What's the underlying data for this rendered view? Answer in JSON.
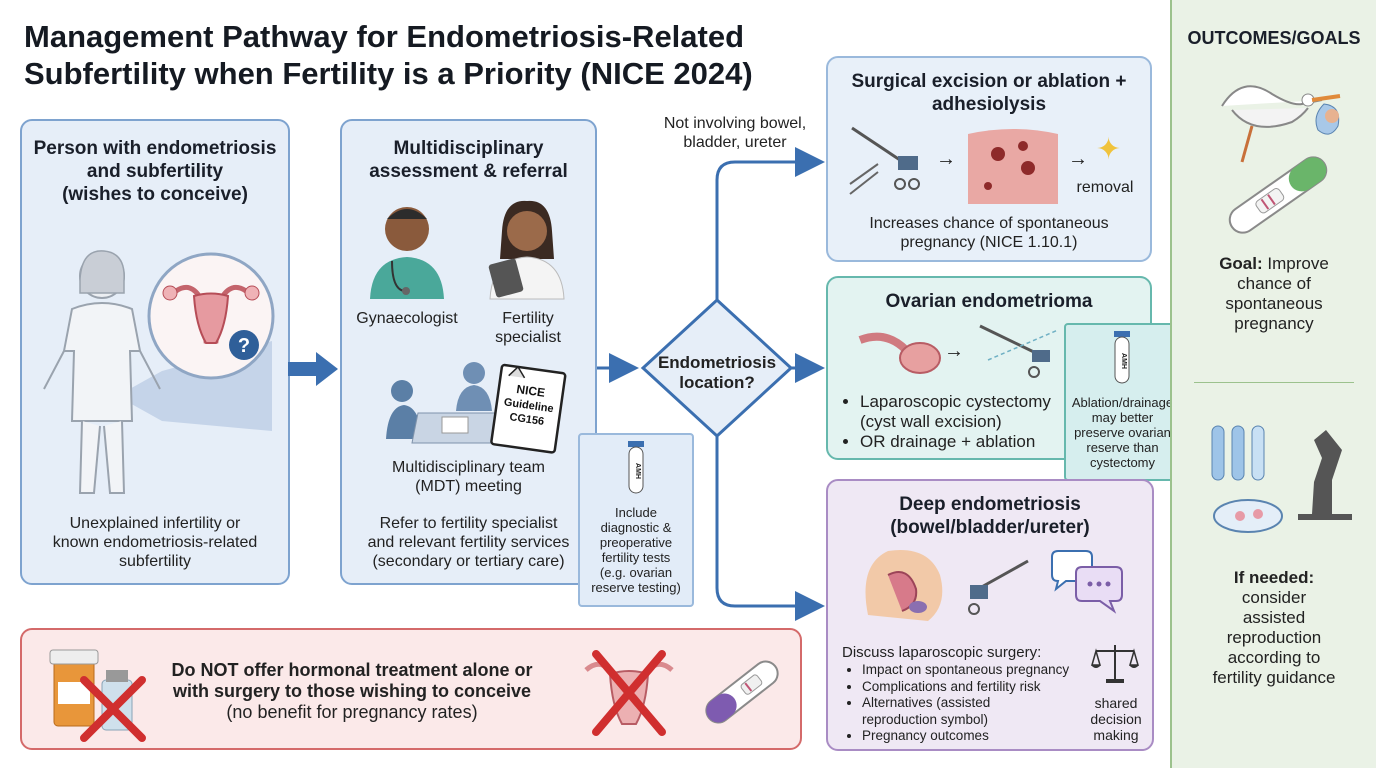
{
  "title": {
    "line1": "Management Pathway for Endometriosis-Related",
    "line2": "Subfertility when Fertility is a Priority (NICE 2024)"
  },
  "person_box": {
    "heading_line1": "Person with endometriosis",
    "heading_line2": "and subfertility",
    "heading_line3": "(wishes to conceive)",
    "desc_line1": "Unexplained infertility or",
    "desc_line2": "known endometriosis-related",
    "desc_line3": "subfertility"
  },
  "mdt_box": {
    "heading_line1": "Multidisciplinary",
    "heading_line2": "assessment & referral",
    "gynaecologist": "Gynaecologist",
    "fertility_line1": "Fertility",
    "fertility_line2": "specialist",
    "doc_line1": "NICE",
    "doc_line2": "Guideline",
    "doc_line3": "CG156",
    "meeting_line1": "Multidisciplinary team",
    "meeting_line2": "(MDT) meeting",
    "refer_line1": "Refer to fertility specialist",
    "refer_line2": "and relevant fertility services",
    "refer_line3": "(secondary or tertiary care)"
  },
  "tests_note": {
    "tube_label": "AMH",
    "line1": "Include",
    "line2": "diagnostic &",
    "line3": "preoperative",
    "line4": "fertility tests",
    "line5": "(e.g. ovarian",
    "line6": "reserve testing)"
  },
  "decision": {
    "line1": "Endometriosis",
    "line2": "location?",
    "branch_label_line1": "Not involving bowel,",
    "branch_label_line2": "bladder, ureter"
  },
  "surgical_box": {
    "heading_line1": "Surgical excision or ablation +",
    "heading_line2": "adhesiolysis",
    "removal": "removal",
    "desc_line1": "Increases chance of spontaneous",
    "desc_line2": "pregnancy (NICE 1.10.1)"
  },
  "ovarian_box": {
    "heading": "Ovarian endometrioma",
    "bullet1_line1": "Laparoscopic cystectomy",
    "bullet1_line2": "(cyst wall excision)",
    "bullet2": "OR drainage + ablation",
    "note_tube_label": "AMH",
    "note_line1": "Ablation/drainage",
    "note_line2": "may better",
    "note_line3": "preserve ovarian",
    "note_line4": "reserve than",
    "note_line5": "cystectomy"
  },
  "deep_box": {
    "heading_line1": "Deep endometriosis",
    "heading_line2": "(bowel/bladder/ureter)",
    "discuss": "Discuss laparoscopic surgery:",
    "bullet1": "Impact on spontaneous pregnancy",
    "bullet2": "Complications and fertility risk",
    "bullet3_line1": "Alternatives (assisted",
    "bullet3_line2": "reproduction symbol)",
    "bullet4": "Pregnancy outcomes",
    "shared_line1": "shared",
    "shared_line2": "decision",
    "shared_line3": "making"
  },
  "warning_box": {
    "line1": "Do NOT offer hormonal treatment alone or",
    "line2": "with surgery to those wishing to conceive",
    "line3": "(no benefit for pregnancy rates)"
  },
  "outcomes": {
    "heading": "OUTCOMES/GOALS",
    "goal_bold": "Goal:",
    "goal_line1": " Improve",
    "goal_line2": "chance of",
    "goal_line3": "spontaneous",
    "goal_line4": "pregnancy",
    "needed_bold": "If needed:",
    "needed_line1": "consider",
    "needed_line2": "assisted",
    "needed_line3": "reproduction",
    "needed_line4": "according to",
    "needed_line5": "fertility guidance"
  },
  "colors": {
    "accent_blue": "#3b6fb0",
    "warning_red": "#d02f2f",
    "teal": "#66b8ad",
    "purple": "#a98cc4",
    "green_panel": "#eaf2e6"
  }
}
